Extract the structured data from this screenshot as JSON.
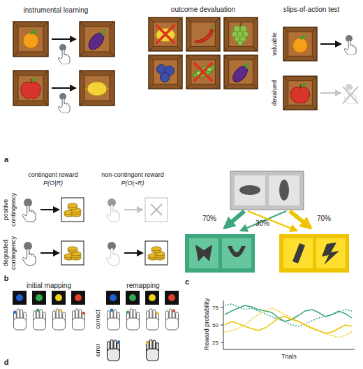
{
  "diagram": {
    "labels": [
      "instrumental learning",
      "outcome devaluation",
      "slips-of-action test",
      "valuable",
      "devalued",
      "a",
      "contingent reward",
      "P(O|R)",
      "non-contingent reward",
      "P(O|~R)",
      "positive contingency",
      "degraded contingency",
      "b",
      "70%",
      "30%",
      "70%",
      "c",
      "initial mapping",
      "remapping",
      "correct",
      "error",
      "d",
      "Reward probability",
      "Trials",
      "75",
      "50",
      "25"
    ]
  }
}
